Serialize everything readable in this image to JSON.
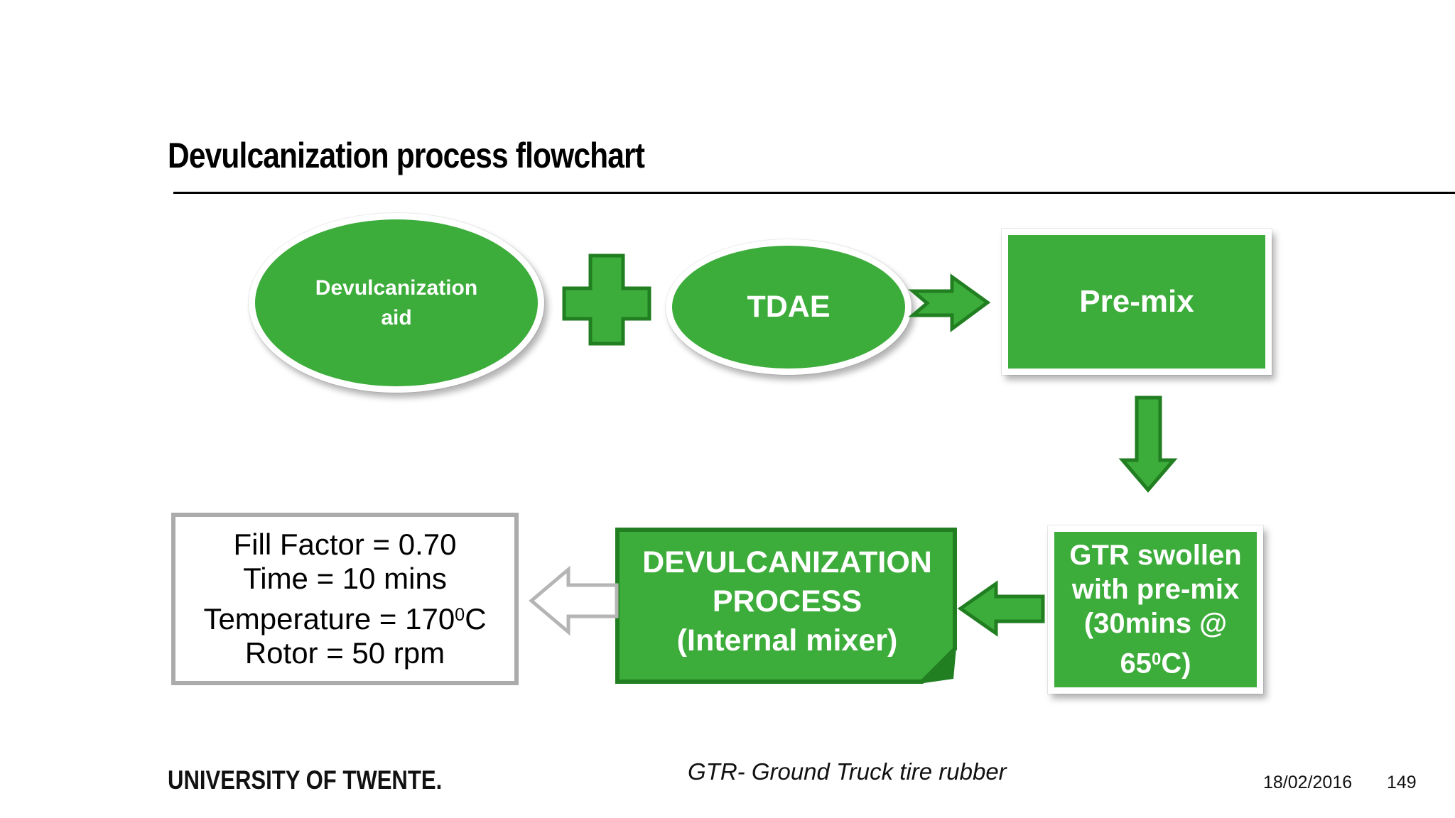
{
  "slide": {
    "title": "Devulcanization process flowchart",
    "footer": {
      "university": "UNIVERSITY OF TWENTE.",
      "note": "GTR- Ground Truck tire rubber",
      "date": "18/02/2016",
      "page": "149"
    }
  },
  "flowchart": {
    "devulcanization_aid": {
      "lines": [
        "Devulcanization",
        "aid"
      ]
    },
    "tdae": {
      "label": "TDAE"
    },
    "premix": {
      "label": "Pre-mix"
    },
    "gtr_swollen": {
      "lines": [
        "GTR swollen",
        "with pre-mix",
        "(30mins @"
      ],
      "last_line": {
        "base": "65",
        "sup": "0",
        "rest": "C)"
      }
    },
    "devulc_process": {
      "lines": [
        "DEVULCANIZATION",
        "PROCESS",
        "(Internal mixer)"
      ]
    },
    "parameters": {
      "line1": "Fill Factor = 0.70",
      "line2": "Time = 10 mins",
      "temp": {
        "base": "Temperature = 170",
        "sup": "0",
        "rest": "C"
      },
      "line4": "Rotor = 50 rpm"
    }
  },
  "colors": {
    "green": "#3CAC3A",
    "green_dark": "#217E21",
    "box_border_gray": "#ABABAB",
    "arrow_gray": "#B5B5B5"
  }
}
